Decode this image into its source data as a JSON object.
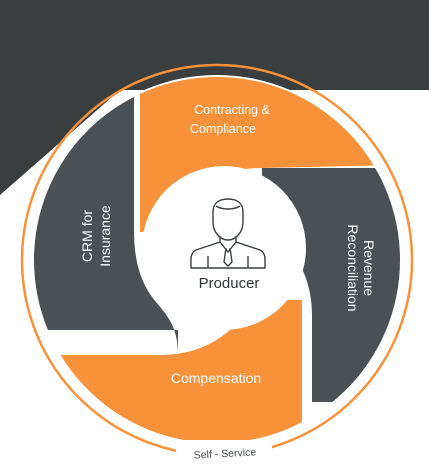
{
  "center": {
    "label": "Producer",
    "icon": "businessman-icon"
  },
  "segments": {
    "top": {
      "label_line1": "Contracting &",
      "label_line2": "Compliance"
    },
    "right": {
      "label_line1": "Revenue",
      "label_line2": "Reconciliation"
    },
    "bottom": {
      "label": "Compensation"
    },
    "left": {
      "label_line1": "CRM for",
      "label_line2": "Insurance"
    }
  },
  "ring": {
    "label": "Self - Service"
  },
  "colors": {
    "orange": "#f7923a",
    "dark_gray": "#4a5053",
    "banner": "#3b3e3f",
    "center_text": "#2f3535"
  }
}
